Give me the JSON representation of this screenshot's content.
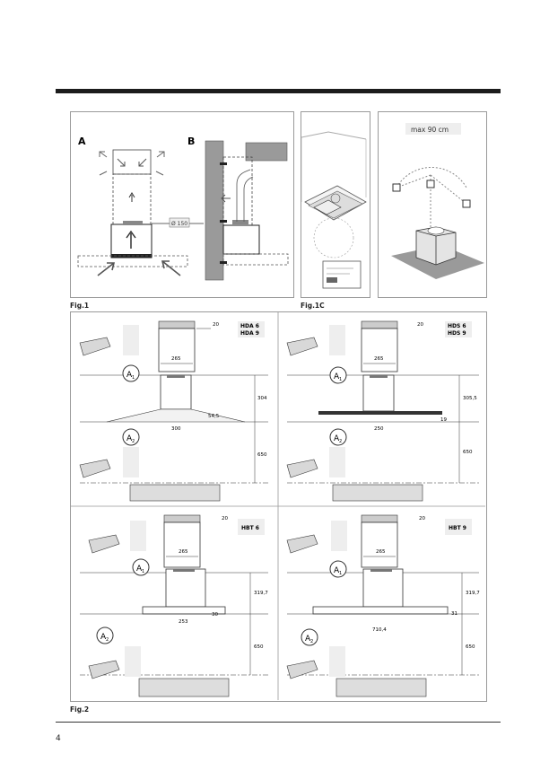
{
  "fig1": {
    "caption": "Fig.1",
    "panel_a_label": "A",
    "panel_b_label": "B",
    "duct_label": "Ø 150"
  },
  "fig1c": {
    "caption": "Fig.1C"
  },
  "fig_max": {
    "label": "max 90 cm"
  },
  "fig2": {
    "caption": "Fig.2",
    "panels": [
      {
        "models_line1": "HDA 6",
        "models_line2": "HDA 9",
        "dim_top": "20",
        "dim_width": "265",
        "dim_height": "304",
        "dim_side": "54,5",
        "dim_bottom": "300",
        "dim_low": "650"
      },
      {
        "models_line1": "HDS 6",
        "models_line2": "HDS 9",
        "dim_top": "20",
        "dim_width": "265",
        "dim_height": "305,5",
        "dim_side": "19",
        "dim_bottom": "250",
        "dim_low": "650"
      },
      {
        "models_line1": "HBT 6",
        "models_line2": "",
        "dim_top": "20",
        "dim_width": "265",
        "dim_height": "319,7",
        "dim_side": "30",
        "dim_bottom": "253",
        "dim_low": "650"
      },
      {
        "models_line1": "HBT 9",
        "models_line2": "",
        "dim_top": "20",
        "dim_width": "265",
        "dim_height": "319,7",
        "dim_side": "31",
        "dim_bottom": "710,4",
        "dim_low": "650"
      }
    ],
    "a1": "A",
    "a1_sub": "1",
    "a2": "A",
    "a2_sub": "2"
  },
  "page_number": "4"
}
